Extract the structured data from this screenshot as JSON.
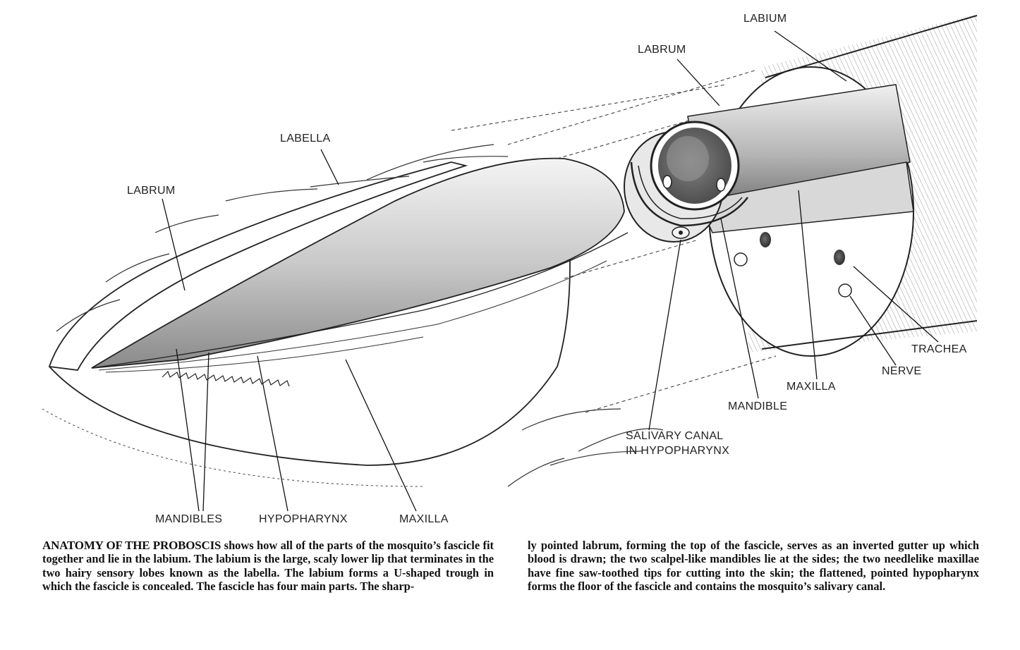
{
  "labels": {
    "labium_top": "LABIUM",
    "labrum_top": "LABRUM",
    "labella": "LABELLA",
    "labrum_left": "LABRUM",
    "trachea": "TRACHEA",
    "nerve": "NERVE",
    "maxilla_right": "MAXILLA",
    "mandible": "MANDIBLE",
    "salivary_canal_line1": "SALIVARY CANAL",
    "salivary_canal_line2": "IN HYPOPHARYNX",
    "mandibles": "MANDIBLES",
    "hypopharynx": "HYPOPHARYNX",
    "maxilla_bottom": "MAXILLA"
  },
  "caption": {
    "lead": "ANATOMY OF THE PROBOSCIS",
    "left_text": " shows how all of the parts of the mosquito’s fascicle fit together and lie in the labium. The labium is the large, scaly lower lip that terminates in the two hairy sensory lobes known as the labella. The labium forms a U-shaped trough in which the fascicle is concealed. The fascicle has four main parts. The sharp-",
    "right_text": "ly pointed labrum, forming the top of the fascicle, serves as an inverted gutter up which blood is drawn; the two scalpel-like mandibles lie at the sides; the two needlelike maxillae have fine saw-toothed tips for cutting into the skin; the flattened, pointed hypopharynx forms the floor of the fascicle and contains the mosquito’s salivary canal."
  }
}
